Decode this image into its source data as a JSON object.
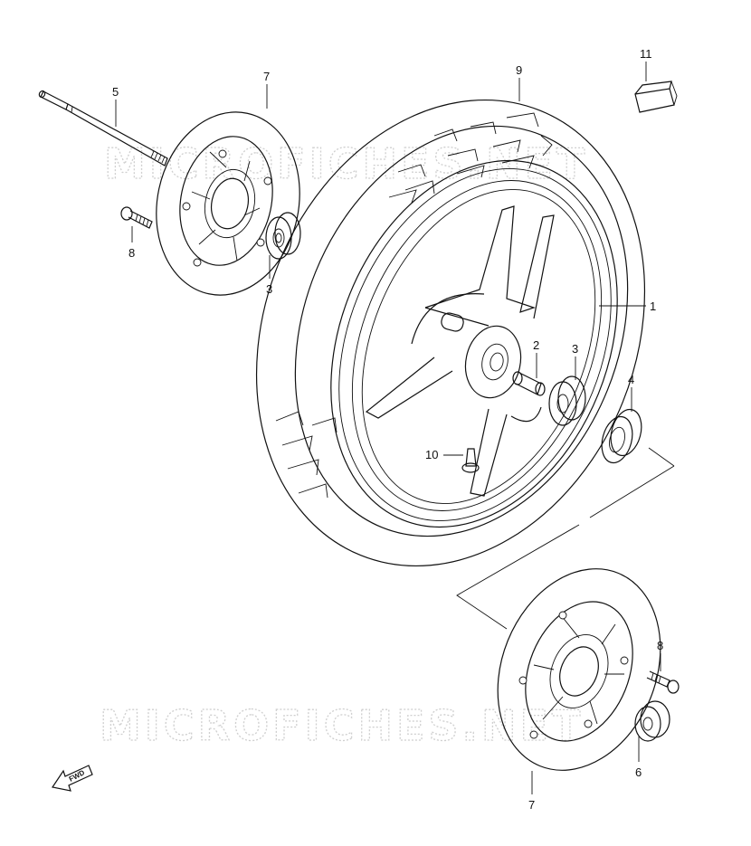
{
  "watermark": {
    "text": "MICROFICHES.NET",
    "color": "#cfcfcf"
  },
  "fwd_label": "FWD",
  "callouts": {
    "wheel": "1",
    "spacer": "2",
    "bearing_left": "3",
    "bearing_right": "3",
    "oil_seal": "4",
    "axle": "5",
    "spacer_cap": "6",
    "disc_top": "7",
    "disc_bottom": "7",
    "disc_bolt_top": "8",
    "disc_bolt_bottom": "8",
    "tire": "9",
    "valve": "10",
    "balancer": "11"
  },
  "colors": {
    "line": "#111111",
    "background": "#ffffff"
  }
}
